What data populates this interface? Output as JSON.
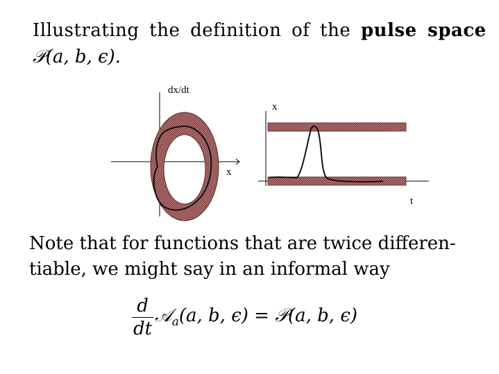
{
  "title": {
    "line1_prefix": "Illustrating the definition of the",
    "line1_bold": "pulse space",
    "line2_symbol": "𝒫",
    "line2_args": "(a, b, ϵ)."
  },
  "left_plot": {
    "y_axis_label": "dx/dt",
    "x_axis_label": "x"
  },
  "right_plot": {
    "y_axis_label": "x",
    "x_axis_label": "t"
  },
  "note": {
    "line1": "Note that for functions that are twice differen-",
    "line2": "tiable, we might say in an informal way"
  },
  "equation": {
    "numerator": "d",
    "denominator": "dt",
    "lhs_symbol": "𝒜",
    "lhs_subscript": "a",
    "lhs_args": "(a, b, ϵ)",
    "equals": " = ",
    "rhs_symbol": "𝒫",
    "rhs_args": "(a, b, ϵ)"
  },
  "colors": {
    "band_fill": "#b07070",
    "band_dark": "#7a3a3a"
  }
}
